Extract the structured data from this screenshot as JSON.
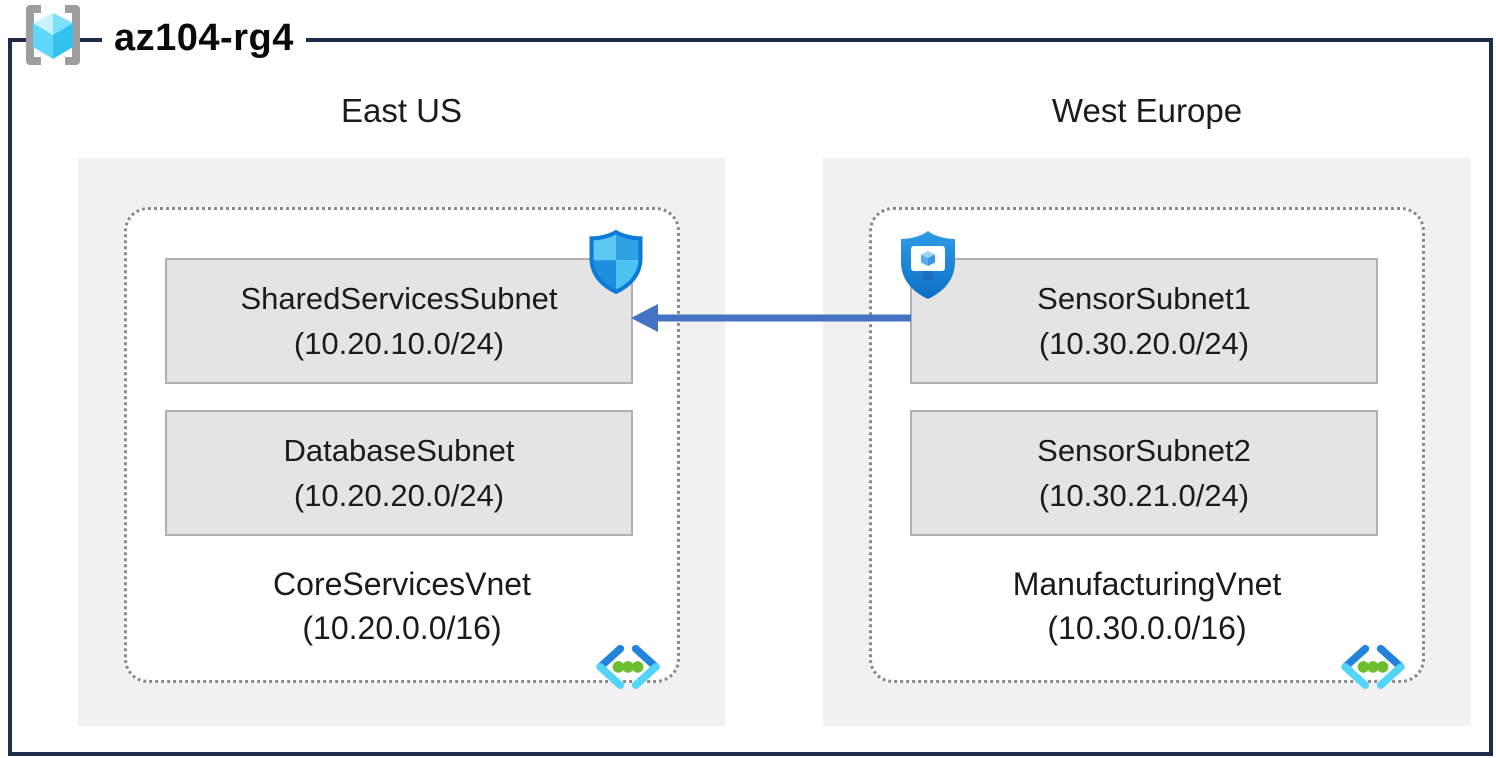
{
  "title": {
    "label": "az104-rg4"
  },
  "regions": [
    {
      "name": "East US",
      "vnet_name": "CoreServicesVnet",
      "vnet_cidr": "(10.20.0.0/16)",
      "subnets": [
        {
          "name": "SharedServicesSubnet",
          "cidr": "(10.20.10.0/24)",
          "badge": "nsg-shield-icon"
        },
        {
          "name": "DatabaseSubnet",
          "cidr": "(10.20.20.0/24)",
          "badge": ""
        }
      ]
    },
    {
      "name": "West Europe",
      "vnet_name": "ManufacturingVnet",
      "vnet_cidr": "(10.30.0.0/16)",
      "subnets": [
        {
          "name": "SensorSubnet1",
          "cidr": "(10.30.20.0/24)",
          "badge": "shield-monitor-icon"
        },
        {
          "name": "SensorSubnet2",
          "cidr": "(10.30.21.0/24)",
          "badge": ""
        }
      ]
    }
  ],
  "connection": {
    "from": "SensorSubnet1",
    "to": "SharedServicesSubnet",
    "direction": "right-to-left",
    "color": "#4472c4"
  },
  "icons": {
    "resource_group": "resource-group-icon",
    "virtual_network": "virtual-network-icon",
    "east_badge": "nsg-shield-icon",
    "west_badge": "shield-monitor-icon"
  },
  "colors": {
    "frame_border": "#1e2c4e",
    "region_fill": "#f1f1f1",
    "subnet_fill": "#e4e4e4",
    "subnet_border": "#b0b0b0",
    "dotted_border": "#8a8a8a",
    "arrow": "#4472c4",
    "chevron_dark": "#2383dc",
    "chevron_light": "#53d5fa",
    "dots_green": "#6dbe2f"
  }
}
